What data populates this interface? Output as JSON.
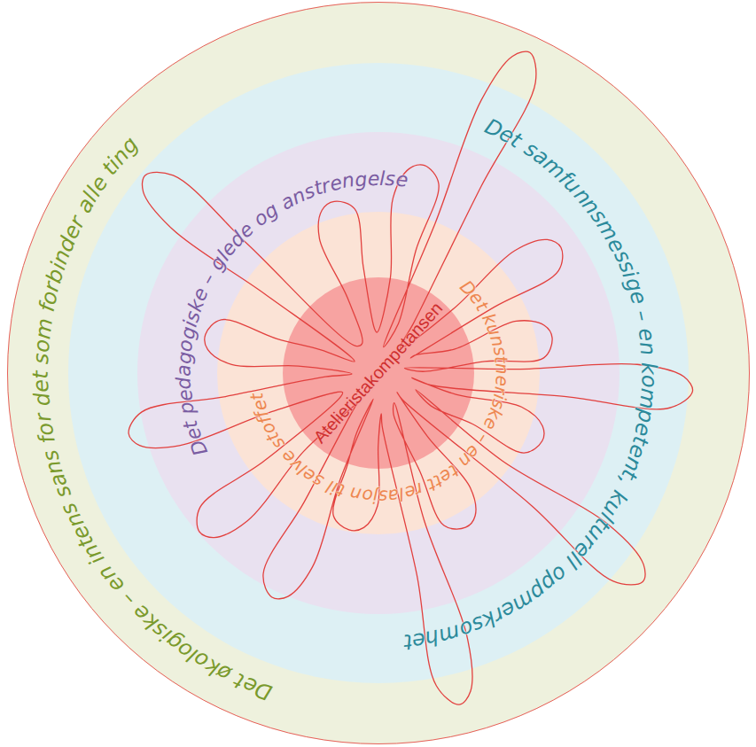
{
  "diagram": {
    "nodes": [
      {
        "text": [
          "Det økologiske – en intens sans for det som forbinder alle ting"
        ]
      },
      {
        "text": [
          "Det samfunnsmessige – en kompetent, kulturell oppmerksomhet"
        ],
        "in": 0
      },
      {
        "text": [
          "Det pedagogiske – glede og anstrengelse"
        ],
        "in": 1
      },
      {
        "text": [
          "Det kunstneriske – en tett relasjon til selve stoffet"
        ],
        "in": 2
      },
      {
        "text": [
          "Atelieristakompetansen"
        ],
        "in": 3
      }
    ]
  }
}
